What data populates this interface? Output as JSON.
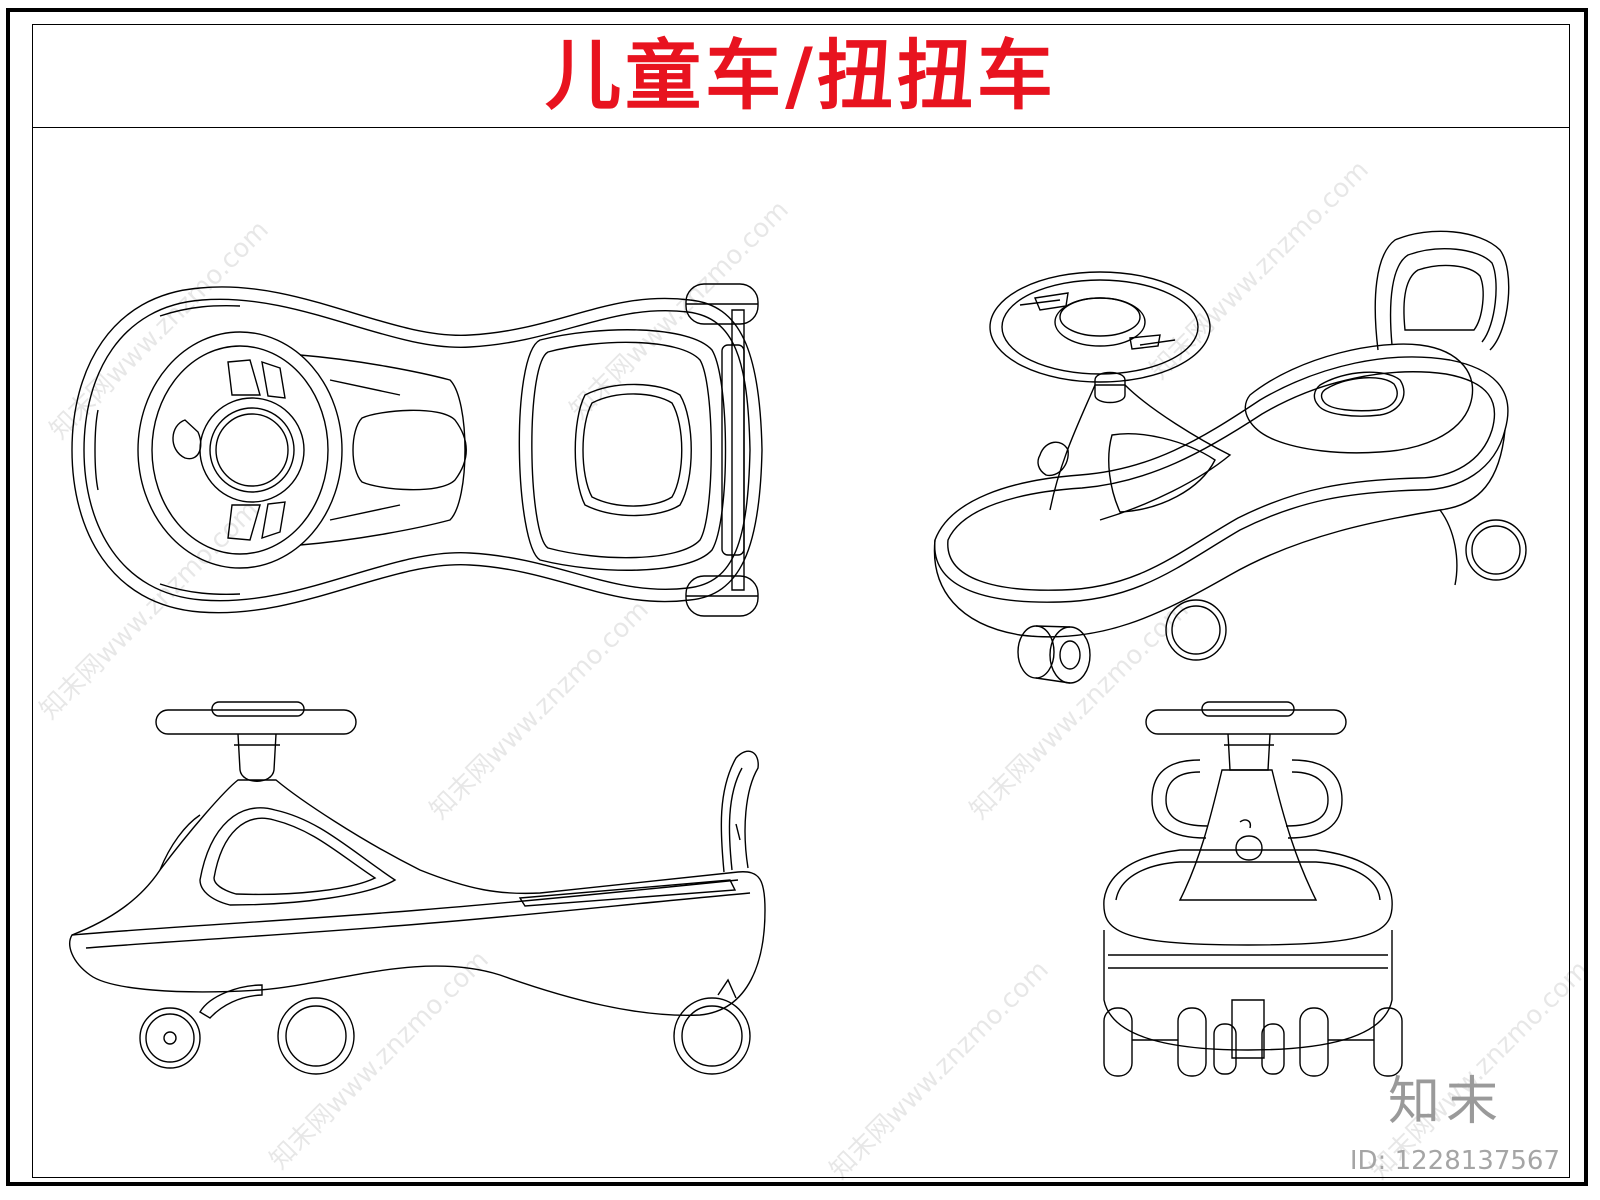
{
  "title": "儿童车/扭扭车",
  "title_color": "#e8131f",
  "watermark_text": "知末网www.znzmo.com",
  "brand_mark": "知末",
  "image_id_label": "ID: 1228137567",
  "views": [
    {
      "name": "top-view"
    },
    {
      "name": "perspective-view"
    },
    {
      "name": "side-view"
    },
    {
      "name": "rear-view"
    }
  ]
}
